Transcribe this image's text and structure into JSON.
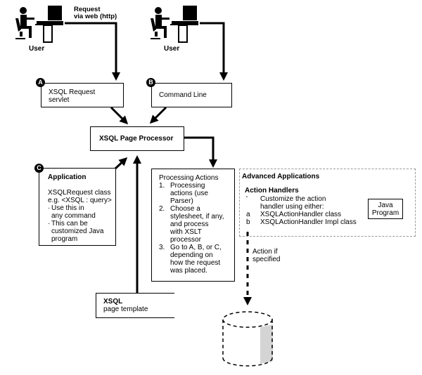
{
  "users": [
    {
      "label": "User",
      "icon": "user-at-computer-icon"
    },
    {
      "label": "User",
      "icon": "user-at-computer-icon"
    }
  ],
  "request_label": [
    "Request",
    "via web (http)"
  ],
  "boxes": {
    "a": {
      "badge": "A",
      "lines": [
        "XSQL Request",
        "servlet"
      ]
    },
    "b": {
      "badge": "B",
      "label": "Command Line"
    },
    "processor": {
      "label": "XSQL Page Processor"
    },
    "c": {
      "badge": "C",
      "title": "Application",
      "lines": [
        "XSQLRequest class",
        "e.g. <XSQL : query>"
      ],
      "bullets": [
        {
          "marker": "·",
          "lines": [
            "Use this in",
            "any command"
          ]
        },
        {
          "marker": "·",
          "lines": [
            "This can be",
            "customized Java",
            "program"
          ]
        }
      ]
    },
    "processing": {
      "title": "Processing Actions",
      "items": [
        {
          "num": "1.",
          "lines": [
            "Processing",
            "actions (use",
            "Parser)"
          ]
        },
        {
          "num": "2.",
          "lines": [
            "Choose a",
            "stylesheet, if any,",
            "and process",
            "with XSLT",
            "processor"
          ]
        },
        {
          "num": "3.",
          "lines": [
            "Go to A, B, or C,",
            "depending on",
            "how the request",
            "was placed."
          ]
        }
      ]
    },
    "advanced": {
      "title": "Advanced Applications",
      "subtitle": "Action Handlers",
      "items": [
        {
          "marker": "'",
          "lines": [
            "Customize the action",
            "handler using either:"
          ]
        },
        {
          "marker": "a",
          "lines": [
            "XSQLActionHandler class"
          ]
        },
        {
          "marker": "b",
          "lines": [
            "XSQLActionHandler Impl class"
          ]
        }
      ],
      "java_program": [
        "Java",
        "Program"
      ]
    },
    "template": {
      "title": "XSQL",
      "subtitle": "page template"
    }
  },
  "action_label": [
    "Action if",
    "specified"
  ],
  "database": {
    "icon": "database-cylinder-icon"
  },
  "colors": {
    "line": "#000000",
    "dashed_border": "#999999",
    "cylinder_shade": "#d4d4d4"
  }
}
